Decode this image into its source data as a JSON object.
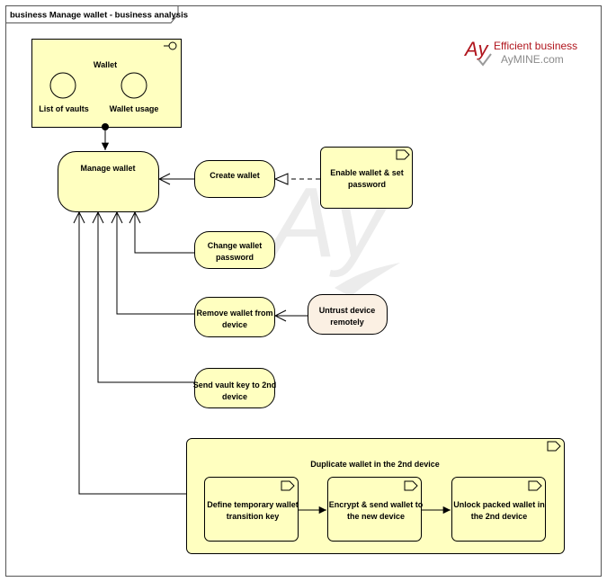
{
  "frame": {
    "title": "business Manage wallet - business analysis"
  },
  "logo": {
    "line1": "Efficient business",
    "line2": "AyMINE.com",
    "mark": "Ay"
  },
  "watermark": {
    "text": "Ay"
  },
  "wallet": {
    "title": "Wallet",
    "left_label": "List of vaults",
    "right_label": "Wallet usage"
  },
  "nodes": {
    "manage_wallet": "Manage wallet",
    "create_wallet": "Create wallet",
    "enable_wallet": [
      "Enable wallet & set",
      "password"
    ],
    "change_password": [
      "Change wallet",
      "password"
    ],
    "remove_wallet": [
      "Remove wallet from",
      "device"
    ],
    "untrust_device": [
      "Untrust device",
      "remotely"
    ],
    "send_vault_key": [
      "Send vault key to 2nd",
      "device"
    ]
  },
  "duplicate": {
    "title": "Duplicate wallet in the 2nd device",
    "steps": [
      [
        "Define temporary wallet",
        "transition key"
      ],
      [
        "Encrypt & send wallet to",
        "the new device"
      ],
      [
        "Unlock packed wallet in",
        "the 2nd device"
      ]
    ]
  },
  "colors": {
    "node_fill": "#ffffc0",
    "untrust_fill": "#fbf0e3",
    "stroke": "#000000",
    "logo_red": "#b0151d",
    "logo_gray": "#8a8a8a",
    "frame_stroke": "#555555"
  }
}
